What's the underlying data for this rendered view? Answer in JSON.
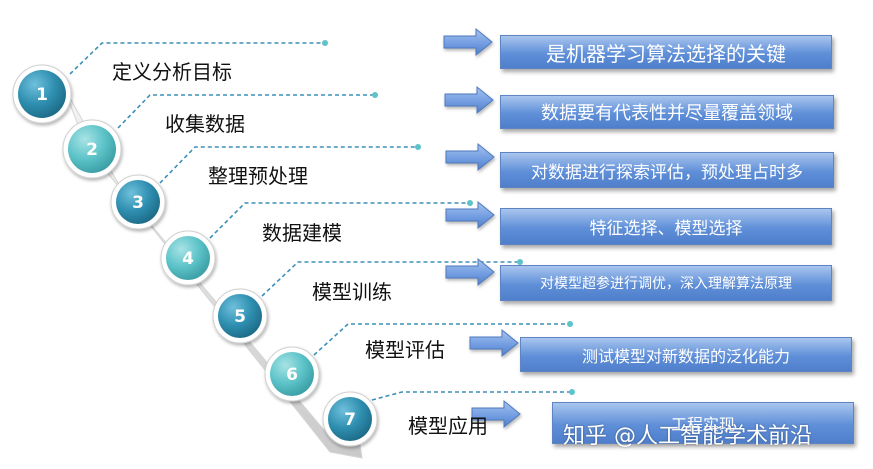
{
  "steps": [
    {
      "num": "1",
      "label": "定义分析目标",
      "desc": "是机器学习算法选择的关键"
    },
    {
      "num": "2",
      "label": "收集数据",
      "desc": "数据要有代表性并尽量覆盖领域"
    },
    {
      "num": "3",
      "label": "整理预处理",
      "desc": "对数据进行探索评估，预处理占时多"
    },
    {
      "num": "4",
      "label": "数据建模",
      "desc": "特征选择、模型选择"
    },
    {
      "num": "5",
      "label": "模型训练",
      "desc": "对模型超参进行调优，深入理解算法原理"
    },
    {
      "num": "6",
      "label": "模型评估",
      "desc": "测试模型对新数据的泛化能力"
    },
    {
      "num": "7",
      "label": "模型应用",
      "desc": "工程实现"
    }
  ],
  "watermark": "知乎 @人工智能学术前沿",
  "colors": {
    "circle_blue": "#2f8fb0",
    "circle_teal": "#5cc3c8",
    "connector": "#3b8fb8",
    "box_fill": "#5f8fd8",
    "arrow_fill": "#6f9be0"
  }
}
